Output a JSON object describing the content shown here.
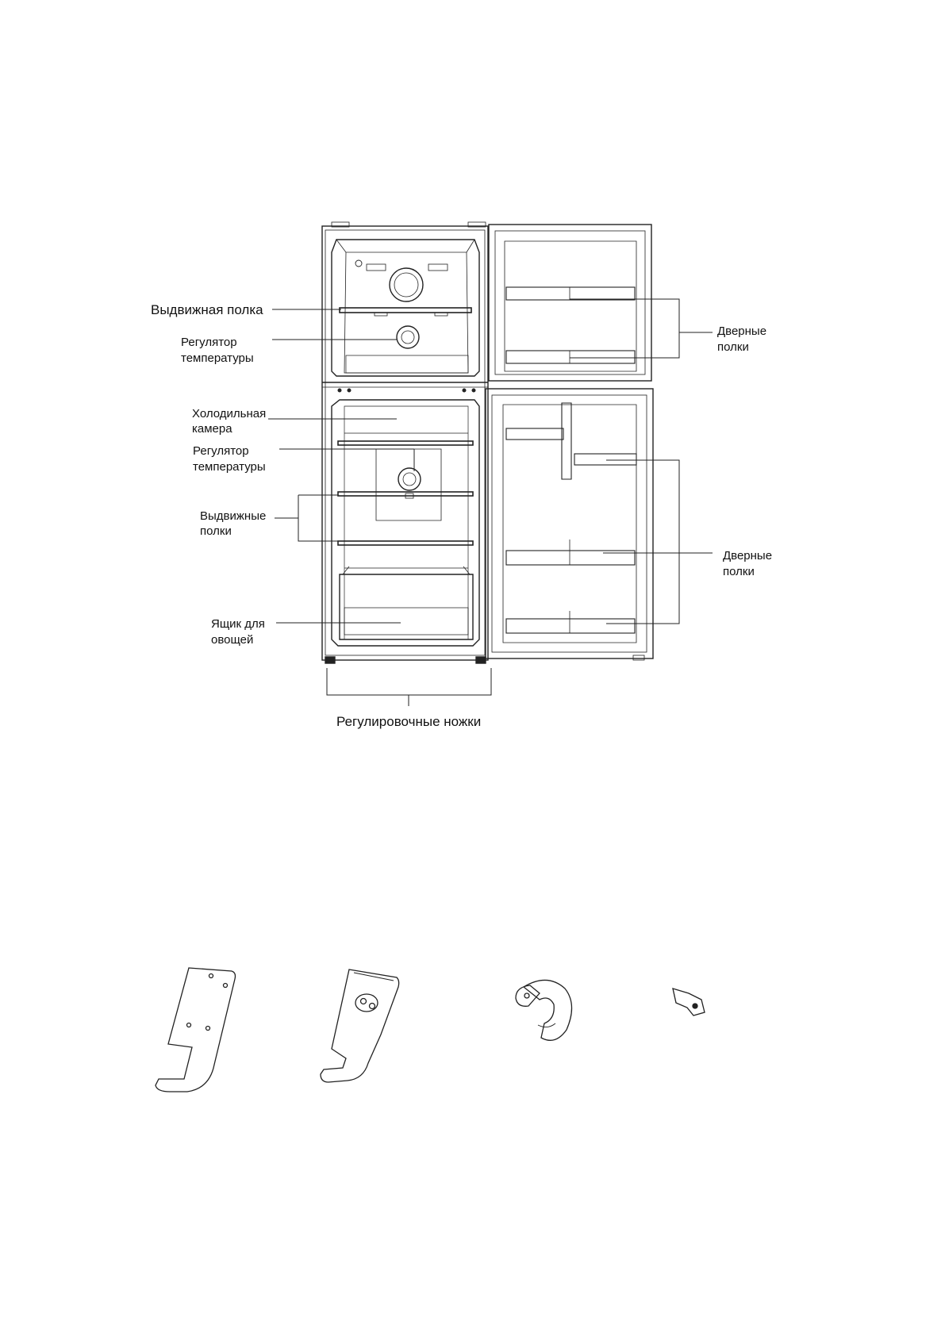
{
  "labels": {
    "pull_out_shelf": "Выдвижная полка",
    "freezer_temp_regulator": [
      "Регулятор",
      "температуры"
    ],
    "fridge_chamber": [
      "Холодильная",
      "камера"
    ],
    "fridge_temp_regulator": [
      "Регулятор",
      "температуры"
    ],
    "pull_out_shelves": [
      "Выдвижные",
      "полки"
    ],
    "vegetable_drawer": [
      "Ящик для",
      "овощей"
    ],
    "adjustable_feet": "Регулировочные ножки",
    "door_shelves_top": [
      "Дверные",
      "полки"
    ],
    "door_shelves_bottom": [
      "Дверные",
      "полки"
    ]
  },
  "colors": {
    "line": "#222222",
    "background": "#ffffff"
  },
  "parts": [
    {
      "icon": "lower-hinge-bracket-icon"
    },
    {
      "icon": "middle-hinge-bracket-icon"
    },
    {
      "icon": "door-stopper-icon"
    },
    {
      "icon": "small-clip-icon"
    }
  ]
}
